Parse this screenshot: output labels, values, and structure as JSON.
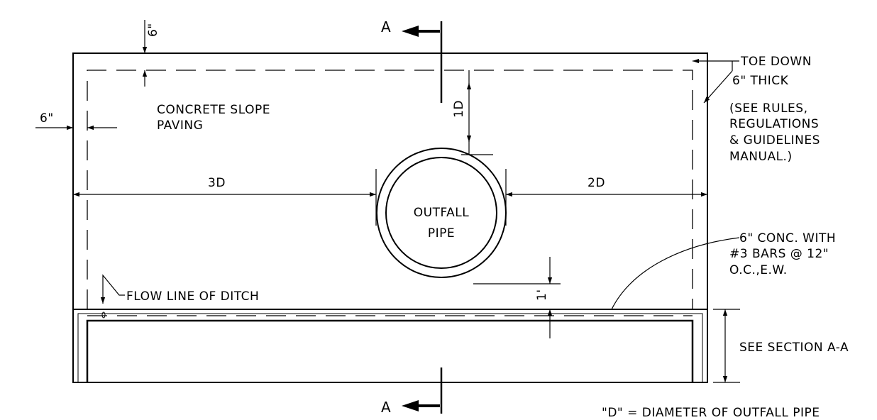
{
  "section_marks": {
    "top": "A",
    "bottom": "A"
  },
  "dims": {
    "top_6": "6\"",
    "left_6": "6\"",
    "one_d": "1D",
    "three_d": "3D",
    "two_d": "2D",
    "one_ft": "1'"
  },
  "labels": {
    "paving_line1": "CONCRETE SLOPE",
    "paving_line2": "PAVING",
    "pipe_line1": "OUTFALL",
    "pipe_line2": "PIPE",
    "flow_line": "FLOW LINE OF DITCH",
    "toe_line1": "TOE DOWN",
    "toe_line2": "6\" THICK",
    "ref_line1": "(SEE RULES,",
    "ref_line2": "REGULATIONS",
    "ref_line3": "& GUIDELINES",
    "ref_line4": "MANUAL.)",
    "conc_line1": "6\" CONC. WITH",
    "conc_line2": "#3 BARS @ 12\"",
    "conc_line3": "O.C.,E.W.",
    "see_section": "SEE SECTION A-A",
    "footnote": "\"D\" = DIAMETER OF OUTFALL PIPE"
  }
}
